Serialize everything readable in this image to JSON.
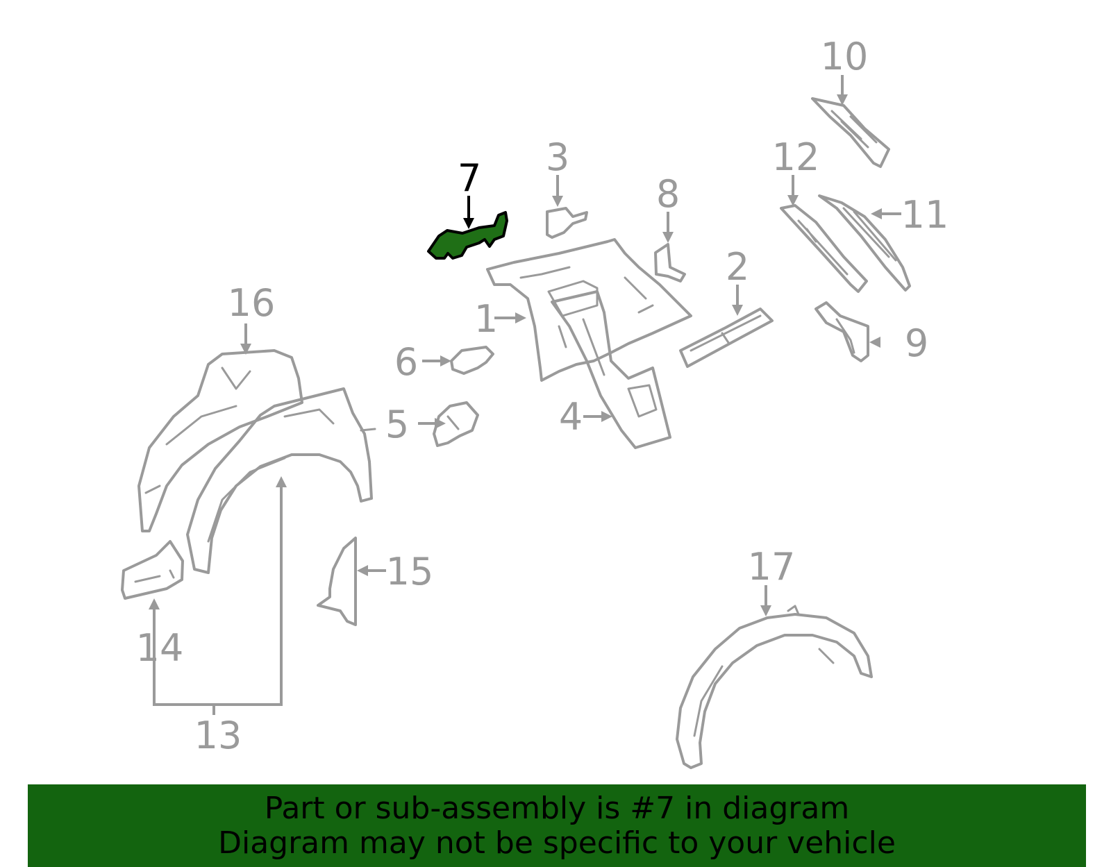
{
  "diagram": {
    "highlighted_part": "7",
    "callouts": {
      "c1": "1",
      "c2": "2",
      "c3": "3",
      "c4": "4",
      "c5": "5",
      "c6": "6",
      "c7": "7",
      "c8": "8",
      "c9": "9",
      "c10": "10",
      "c11": "11",
      "c12": "12",
      "c13": "13",
      "c14": "14",
      "c15": "15",
      "c16": "16",
      "c17": "17"
    }
  },
  "banner": {
    "line1": "Part or sub-assembly is #7 in diagram",
    "line2": "Diagram may not be specific to your vehicle"
  },
  "colors": {
    "banner_bg": "#13640f",
    "highlight_fill": "#1f6f16",
    "line_gray": "#9a9a9a"
  }
}
